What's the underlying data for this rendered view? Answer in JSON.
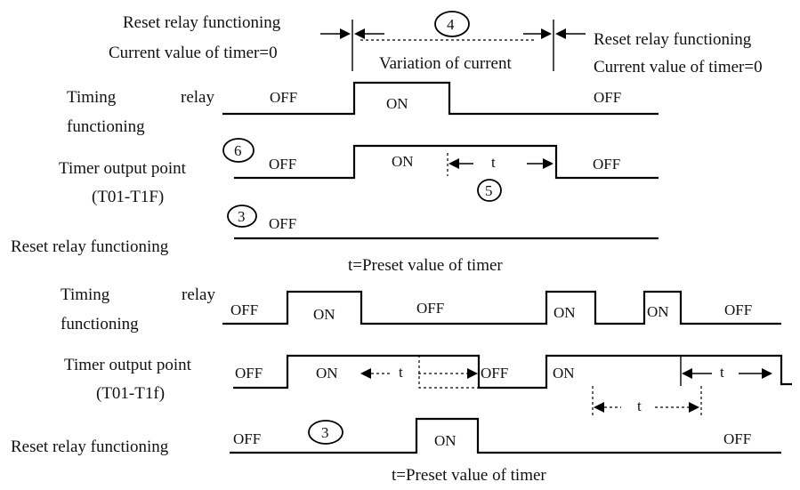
{
  "top_block": {
    "reset_left": [
      "Reset relay functioning",
      "Current value of timer=0"
    ],
    "reset_right": [
      "Reset relay functioning",
      "Current value of timer=0"
    ],
    "variation": "Variation of current",
    "circle_4": "4",
    "timing_label": [
      "Timing",
      "relay",
      "functioning"
    ],
    "timing_states": [
      "OFF",
      "ON",
      "OFF"
    ],
    "output_label": [
      "Timer output point",
      "(T01-T1F)"
    ],
    "circle_6": "6",
    "output_states": [
      "OFF",
      "ON",
      "OFF"
    ],
    "t_symbol": "t",
    "circle_5": "5",
    "reset_label": "Reset relay functioning",
    "circle_3": "3",
    "reset_state": "OFF",
    "caption": "t=Preset value of timer"
  },
  "bottom_block": {
    "timing_label": [
      "Timing",
      "relay",
      "functioning"
    ],
    "timing_states": [
      "OFF",
      "ON",
      "OFF",
      "ON",
      "ON",
      "OFF"
    ],
    "output_label": [
      "Timer output point",
      "(T01-T1f)"
    ],
    "output_states": [
      "OFF",
      "ON",
      "OFF",
      "ON"
    ],
    "t_symbol": "t",
    "reset_label": "Reset relay functioning",
    "circle_3": "3",
    "reset_states": [
      "OFF",
      "ON",
      "OFF"
    ],
    "caption": "t=Preset value of timer"
  }
}
